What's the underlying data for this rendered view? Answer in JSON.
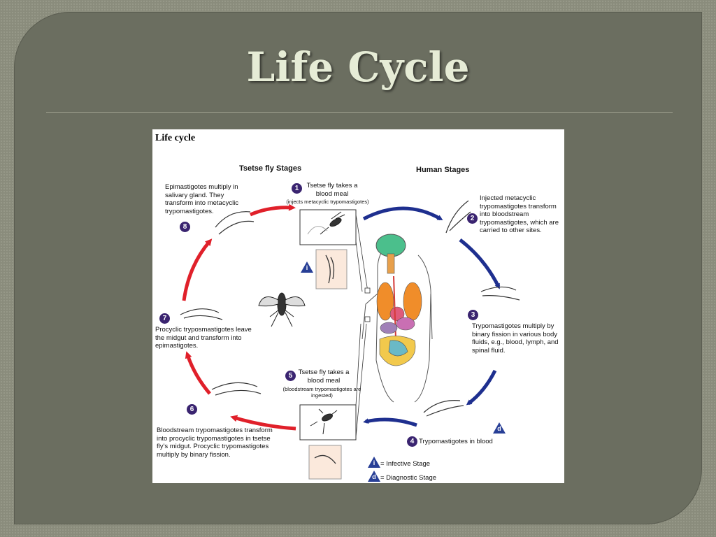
{
  "slide": {
    "title": "Life Cycle"
  },
  "figure": {
    "title": "Life cycle",
    "heading_fly": "Tsetse fly Stages",
    "heading_human": "Human Stages",
    "steps": [
      {
        "num": "1",
        "text": "Tsetse fly takes a blood meal",
        "subtext": "(injects metacyclic trypomastigotes)"
      },
      {
        "num": "2",
        "text": "Injected metacyclic trypomastigotes transform into bloodstream trypomastigotes, which are carried to other sites."
      },
      {
        "num": "3",
        "text": "Trypomastigotes multiply by binary fission in various body fluids, e.g., blood, lymph, and spinal fluid."
      },
      {
        "num": "4",
        "text": "Trypomastigotes in blood"
      },
      {
        "num": "5",
        "text": "Tsetse fly takes a blood meal",
        "subtext": "(bloodstream trypomastigotes are ingested)"
      },
      {
        "num": "6",
        "text": "Bloodstream trypomastigotes transform into procyclic trypomastigotes in tsetse fly's midgut. Procyclic trypomastigotes multiply by binary fission."
      },
      {
        "num": "7",
        "text": "Procyclic tryposmastigotes leave the midgut and transform into epimastigotes."
      },
      {
        "num": "8",
        "text": "Epimastigotes multiply in salivary gland. They transform into metacyclic trypomastigotes."
      }
    ],
    "legend": {
      "infective_symbol": "i",
      "infective_label": "= Infective Stage",
      "diagnostic_symbol": "d",
      "diagnostic_label": "= Diagnostic Stage"
    },
    "colors": {
      "human_arrow": "#1e2f8f",
      "fly_arrow": "#e0202a",
      "badge": "#3a2470"
    }
  }
}
